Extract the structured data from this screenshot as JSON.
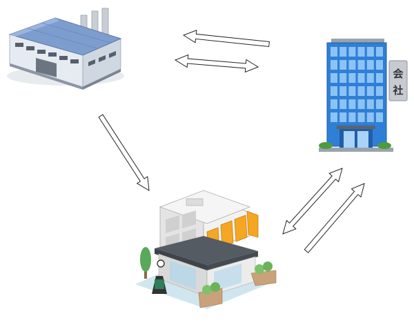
{
  "diagram": {
    "nodes": [
      {
        "id": "factory",
        "icon": "factory-icon"
      },
      {
        "id": "company",
        "icon": "office-building-icon",
        "sign": [
          "会",
          "社"
        ]
      },
      {
        "id": "store",
        "icon": "store-icon"
      }
    ],
    "edges": [
      {
        "from": "company",
        "to": "factory"
      },
      {
        "from": "factory",
        "to": "company",
        "bidirectional": true
      },
      {
        "from": "factory",
        "to": "store"
      },
      {
        "from": "company",
        "to": "store",
        "bidirectional": true
      },
      {
        "from": "store",
        "to": "company"
      }
    ]
  },
  "colors": {
    "factory_roof": "#6f8fc6",
    "factory_wall": "#dfe5ec",
    "office_glass": "#2f7fd6",
    "store_awning": "#f5a623",
    "store_wall": "#e9e9e9",
    "arrow_fill": "#ffffff",
    "arrow_stroke": "#222222"
  }
}
